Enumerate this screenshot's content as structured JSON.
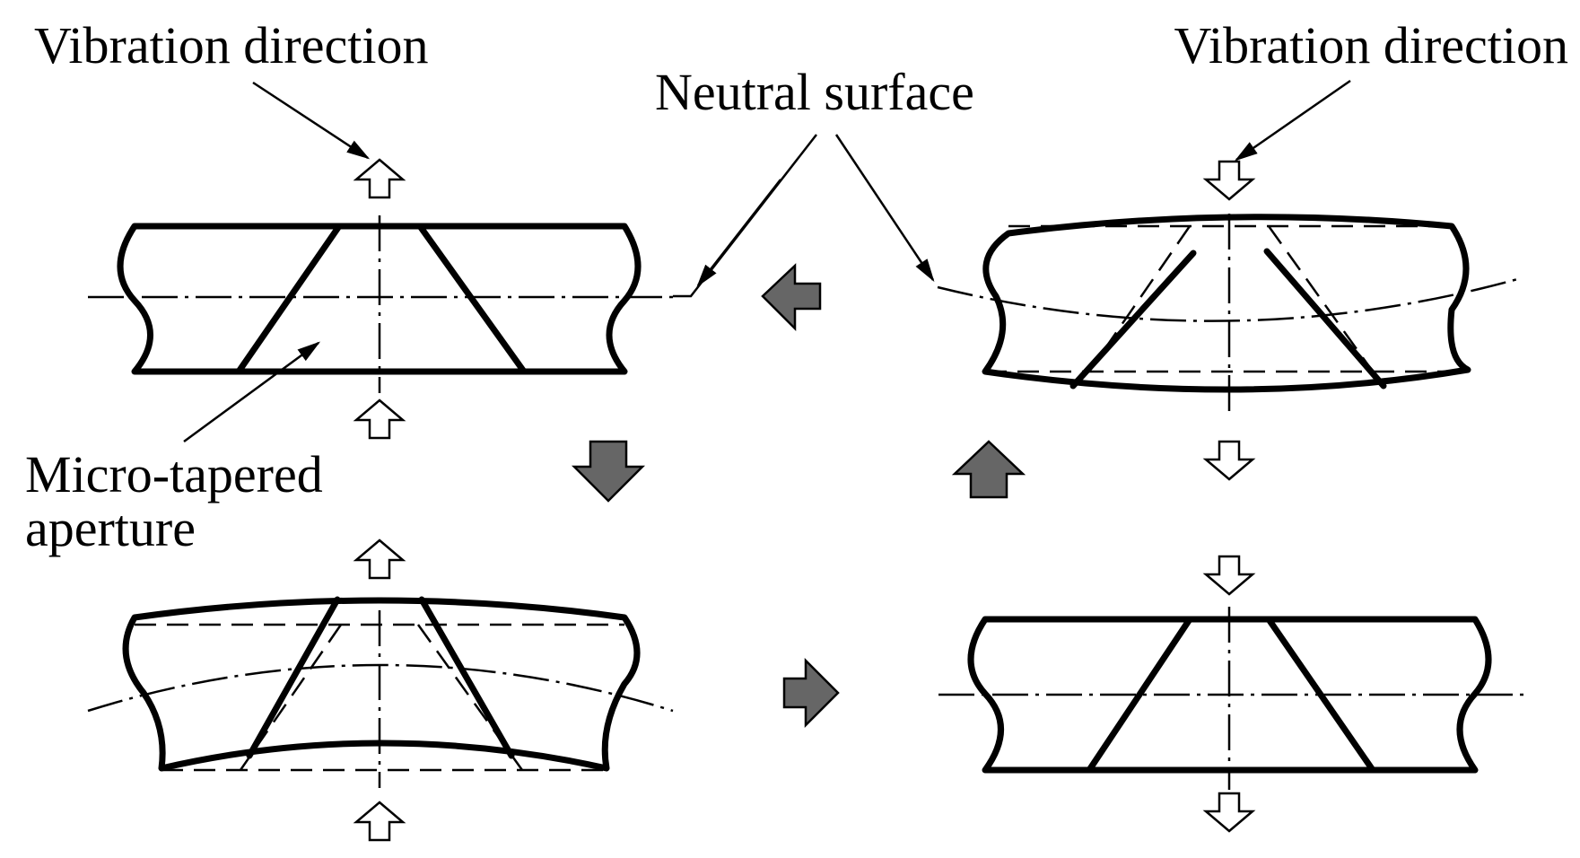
{
  "labels": {
    "vibration_left": "Vibration direction",
    "vibration_right": "Vibration direction",
    "neutral_surface": "Neutral surface",
    "micro_line1": "Micro-tapered",
    "micro_line2": "aperture"
  },
  "colors": {
    "stroke": "#000000",
    "process_arrow_fill": "#666666",
    "vibration_arrow_fill": "#ffffff",
    "background": "#ffffff"
  },
  "icons": {
    "vibration_arrow": "hollow-block-arrow",
    "process_arrow": "solid-block-arrow"
  }
}
